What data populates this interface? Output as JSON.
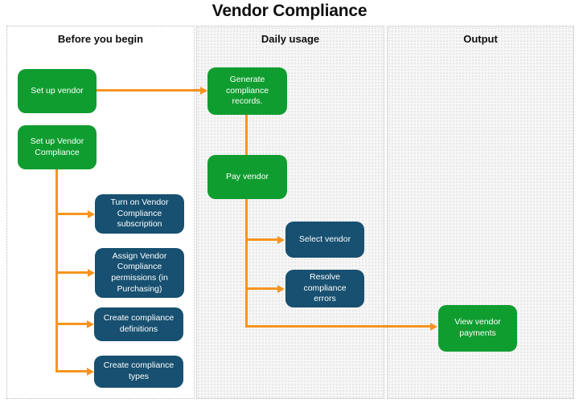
{
  "title": "Vendor Compliance",
  "columns": [
    {
      "label": "Before you begin"
    },
    {
      "label": "Daily usage"
    },
    {
      "label": "Output"
    }
  ],
  "nodes": {
    "setup_vendor": {
      "label": "Set up vendor"
    },
    "setup_vendor_compliance": {
      "label": "Set up Vendor Compliance"
    },
    "turn_on_subscription": {
      "label": "Turn on Vendor Compliance subscription"
    },
    "assign_permissions": {
      "label": "Assign Vendor Compliance permissions (in Purchasing)"
    },
    "create_definitions": {
      "label": "Create compliance definitions"
    },
    "create_types": {
      "label": "Create compliance types"
    },
    "generate_records": {
      "label": "Generate compliance records."
    },
    "pay_vendor": {
      "label": "Pay vendor"
    },
    "select_vendor": {
      "label": "Select vendor"
    },
    "resolve_errors": {
      "label": "Resolve compliance errors"
    },
    "view_payments": {
      "label": "View vendor payments"
    }
  },
  "colors": {
    "green": "#109d30",
    "blue": "#175070",
    "orange": "#f6941e"
  }
}
